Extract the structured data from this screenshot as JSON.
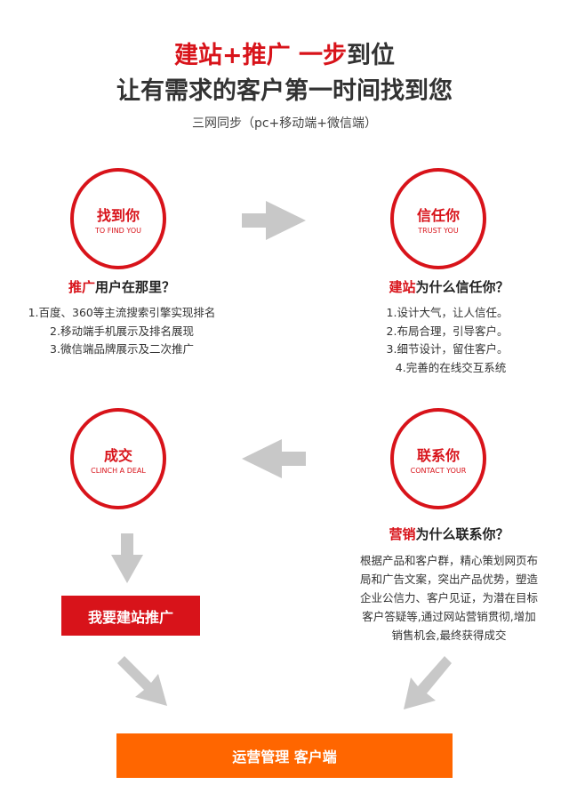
{
  "header": {
    "line1_red": "建站+推广 一步",
    "line1_dark": "到位",
    "line2": "让有需求的客户第一时间找到您",
    "subtitle": "三网同步（pc+移动端+微信端）"
  },
  "steps": {
    "find": {
      "cn": "找到你",
      "en": "TO FIND YOU",
      "q_red": "推广",
      "q_dark": "用户在那里？",
      "items": [
        "1.百度、360等主流搜索引擎实现排名",
        "2.移动端手机展示及排名展现",
        "3.微信端品牌展示及二次推广"
      ]
    },
    "trust": {
      "cn": "信任你",
      "en": "TRUST YOU",
      "q_red": "建站",
      "q_dark": "为什么信任你？",
      "items": [
        "1.设计大气，让人信任。",
        "2.布局合理，引导客户。",
        "3.细节设计，留住客户。",
        "4.完善的在线交互系统"
      ]
    },
    "contact": {
      "cn": "联系你",
      "en": "CONTACT YOUR",
      "q_red": "营销",
      "q_dark": "为什么联系你？",
      "items": [
        "根据产品和客户群，精心策划网页布",
        "局和广告文案，突出产品优势，塑造",
        "企业公信力、客户见证，为潜在目标",
        "客户答疑等,通过网站营销贯彻,增加",
        "销售机会,最终获得成交"
      ]
    },
    "deal": {
      "cn": "成交",
      "en": "CLINCH A DEAL"
    }
  },
  "buttons": {
    "build": "我要建站推广",
    "ops": "运营管理  客户端"
  },
  "colors": {
    "red": "#d8131a",
    "orange": "#ff6600",
    "arrow": "#c8c8c8"
  }
}
